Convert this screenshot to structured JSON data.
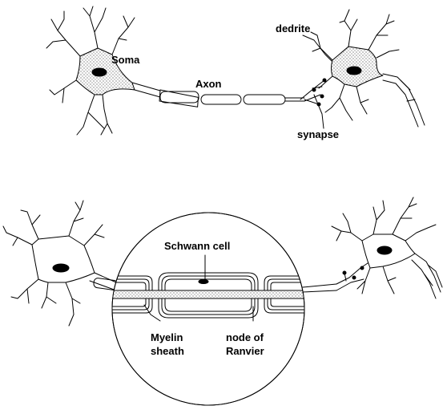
{
  "labels": {
    "soma": "Soma",
    "axon": "Axon",
    "dendrite": "dedrite",
    "synapse": "synapse",
    "schwann_cell": "Schwann cell",
    "myelin_line1": "Myelin",
    "myelin_line2": "sheath",
    "node_line1": "node of",
    "node_line2": "Ranvier"
  },
  "colors": {
    "ink": "#000000",
    "background": "#ffffff",
    "stipple": "#000000"
  },
  "icons": {
    "nucleus": "nucleus-oval-icon",
    "cell-body": "stippled-soma-icon"
  }
}
